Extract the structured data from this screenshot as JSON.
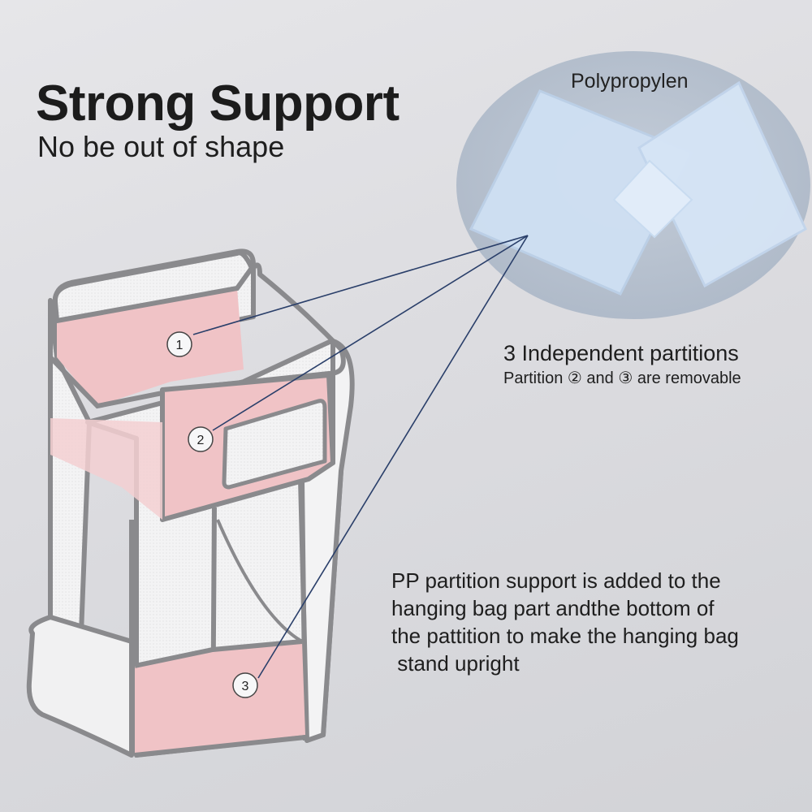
{
  "headline": {
    "title": "Strong Support",
    "subtitle": "No be out of shape"
  },
  "material": {
    "label": "Polypropylen"
  },
  "partitions": {
    "title": "3 Independent partitions",
    "note": "Partition ② and ③ are removable",
    "markers": [
      "1",
      "2",
      "3"
    ]
  },
  "support_description": {
    "lines": [
      "PP partition support is added to the",
      "hanging bag part andthe bottom of",
      "the pattition to make the hanging bag",
      " stand upright"
    ]
  },
  "colors": {
    "partition_pink": "#f0c3c6",
    "pp_sheet_blue": "#cfe0f3",
    "callout_line": "#2a3f6a",
    "bag_outline": "#8a8a8d"
  }
}
